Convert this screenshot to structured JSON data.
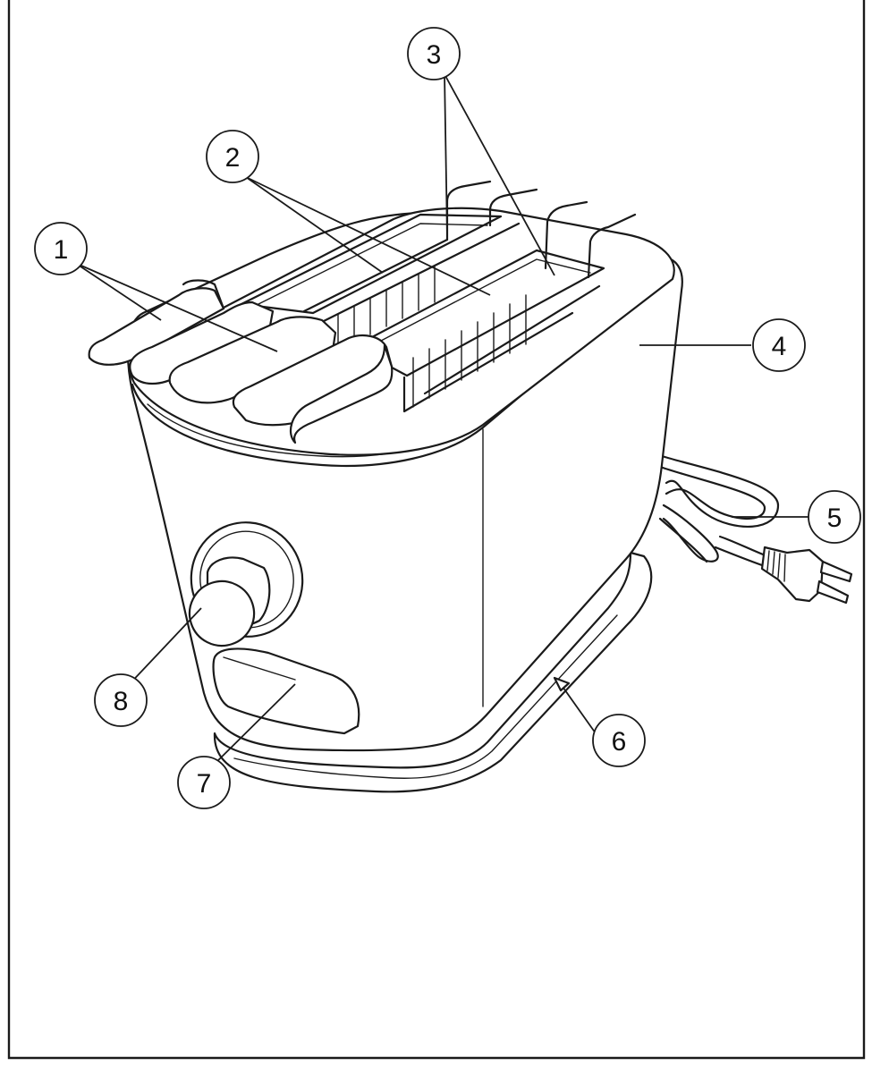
{
  "colors": {
    "ink": "#1a1a1a",
    "background": "#ffffff"
  },
  "callouts": [
    {
      "id": "1",
      "label": "1"
    },
    {
      "id": "2",
      "label": "2"
    },
    {
      "id": "3",
      "label": "3"
    },
    {
      "id": "4",
      "label": "4"
    },
    {
      "id": "5",
      "label": "5"
    },
    {
      "id": "6",
      "label": "6"
    },
    {
      "id": "7",
      "label": "7"
    },
    {
      "id": "8",
      "label": "8"
    }
  ]
}
